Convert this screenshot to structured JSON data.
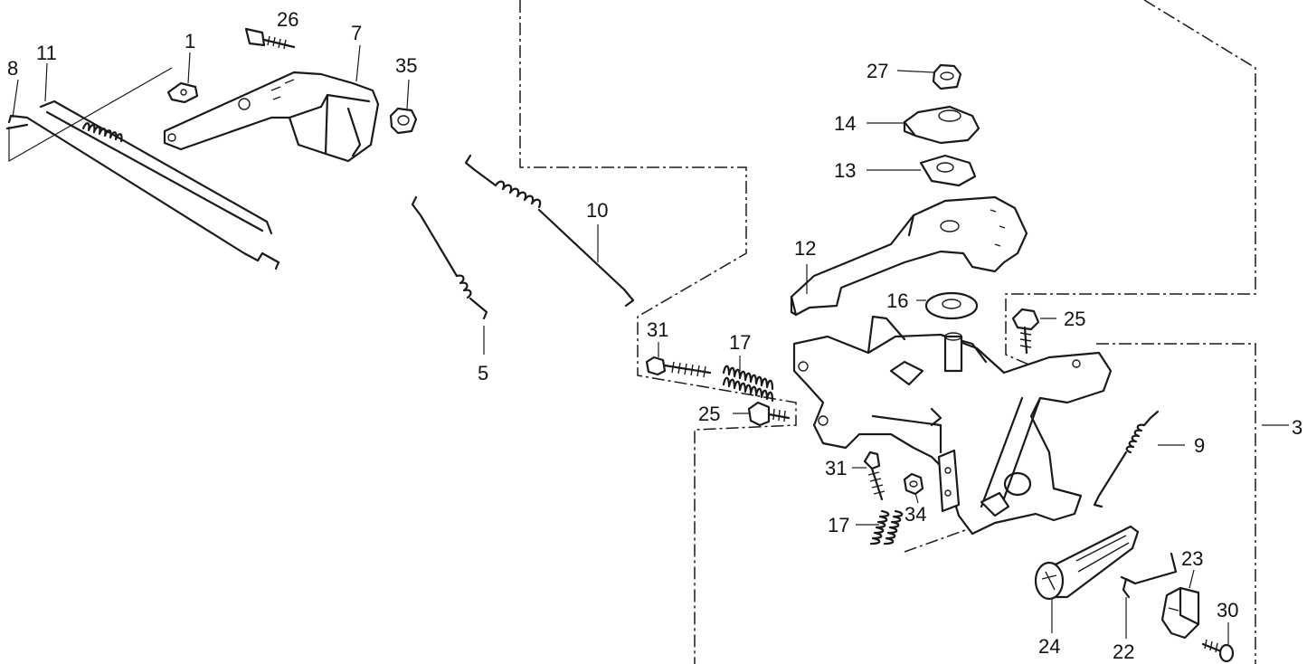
{
  "diagram": {
    "callouts": [
      {
        "id": "c1",
        "label": "1"
      },
      {
        "id": "c3",
        "label": "3"
      },
      {
        "id": "c5",
        "label": "5"
      },
      {
        "id": "c7",
        "label": "7"
      },
      {
        "id": "c8",
        "label": "8"
      },
      {
        "id": "c9",
        "label": "9"
      },
      {
        "id": "c10",
        "label": "10"
      },
      {
        "id": "c11",
        "label": "11"
      },
      {
        "id": "c12",
        "label": "12"
      },
      {
        "id": "c13",
        "label": "13"
      },
      {
        "id": "c14",
        "label": "14"
      },
      {
        "id": "c16",
        "label": "16"
      },
      {
        "id": "c17a",
        "label": "17"
      },
      {
        "id": "c17b",
        "label": "17"
      },
      {
        "id": "c22",
        "label": "22"
      },
      {
        "id": "c23",
        "label": "23"
      },
      {
        "id": "c24",
        "label": "24"
      },
      {
        "id": "c25a",
        "label": "25"
      },
      {
        "id": "c25b",
        "label": "25"
      },
      {
        "id": "c26",
        "label": "26"
      },
      {
        "id": "c27",
        "label": "27"
      },
      {
        "id": "c30",
        "label": "30"
      },
      {
        "id": "c31a",
        "label": "31"
      },
      {
        "id": "c31b",
        "label": "31"
      },
      {
        "id": "c34",
        "label": "34"
      },
      {
        "id": "c35",
        "label": "35"
      }
    ]
  }
}
